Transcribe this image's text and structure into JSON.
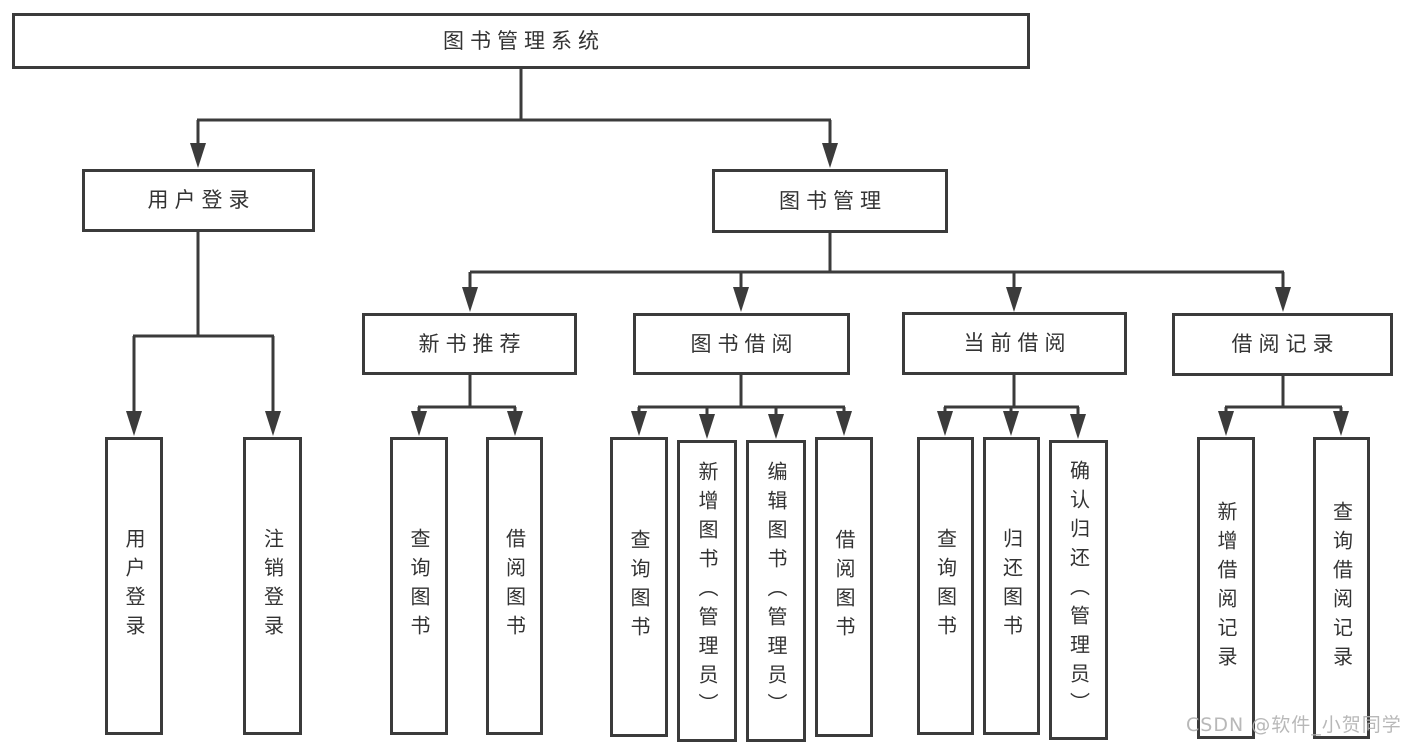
{
  "diagram_title": "图书管理系统",
  "tree": {
    "root": {
      "label": "图书管理系统"
    },
    "branches": [
      {
        "label": "用户登录",
        "children": [
          {
            "label": "用户登录"
          },
          {
            "label": "注销登录"
          }
        ]
      },
      {
        "label": "图书管理",
        "children": [
          {
            "label": "新书推荐",
            "children": [
              {
                "label": "查询图书"
              },
              {
                "label": "借阅图书"
              }
            ]
          },
          {
            "label": "图书借阅",
            "children": [
              {
                "label": "查询图书"
              },
              {
                "label": "新增图书（管理员）"
              },
              {
                "label": "编辑图书（管理员）"
              },
              {
                "label": "借阅图书"
              }
            ]
          },
          {
            "label": "当前借阅",
            "children": [
              {
                "label": "查询图书"
              },
              {
                "label": "归还图书"
              },
              {
                "label": "确认归还（管理员）"
              }
            ]
          },
          {
            "label": "借阅记录",
            "children": [
              {
                "label": "新增借阅记录"
              },
              {
                "label": "查询借阅记录"
              }
            ]
          }
        ]
      }
    ]
  },
  "watermark": {
    "text": "CSDN @软件_小贺同学"
  },
  "colors": {
    "line": "#3b3b3b",
    "box_border": "#3b3b3b",
    "text": "#333333",
    "background": "#ffffff",
    "watermark": "#b3b3b3"
  }
}
